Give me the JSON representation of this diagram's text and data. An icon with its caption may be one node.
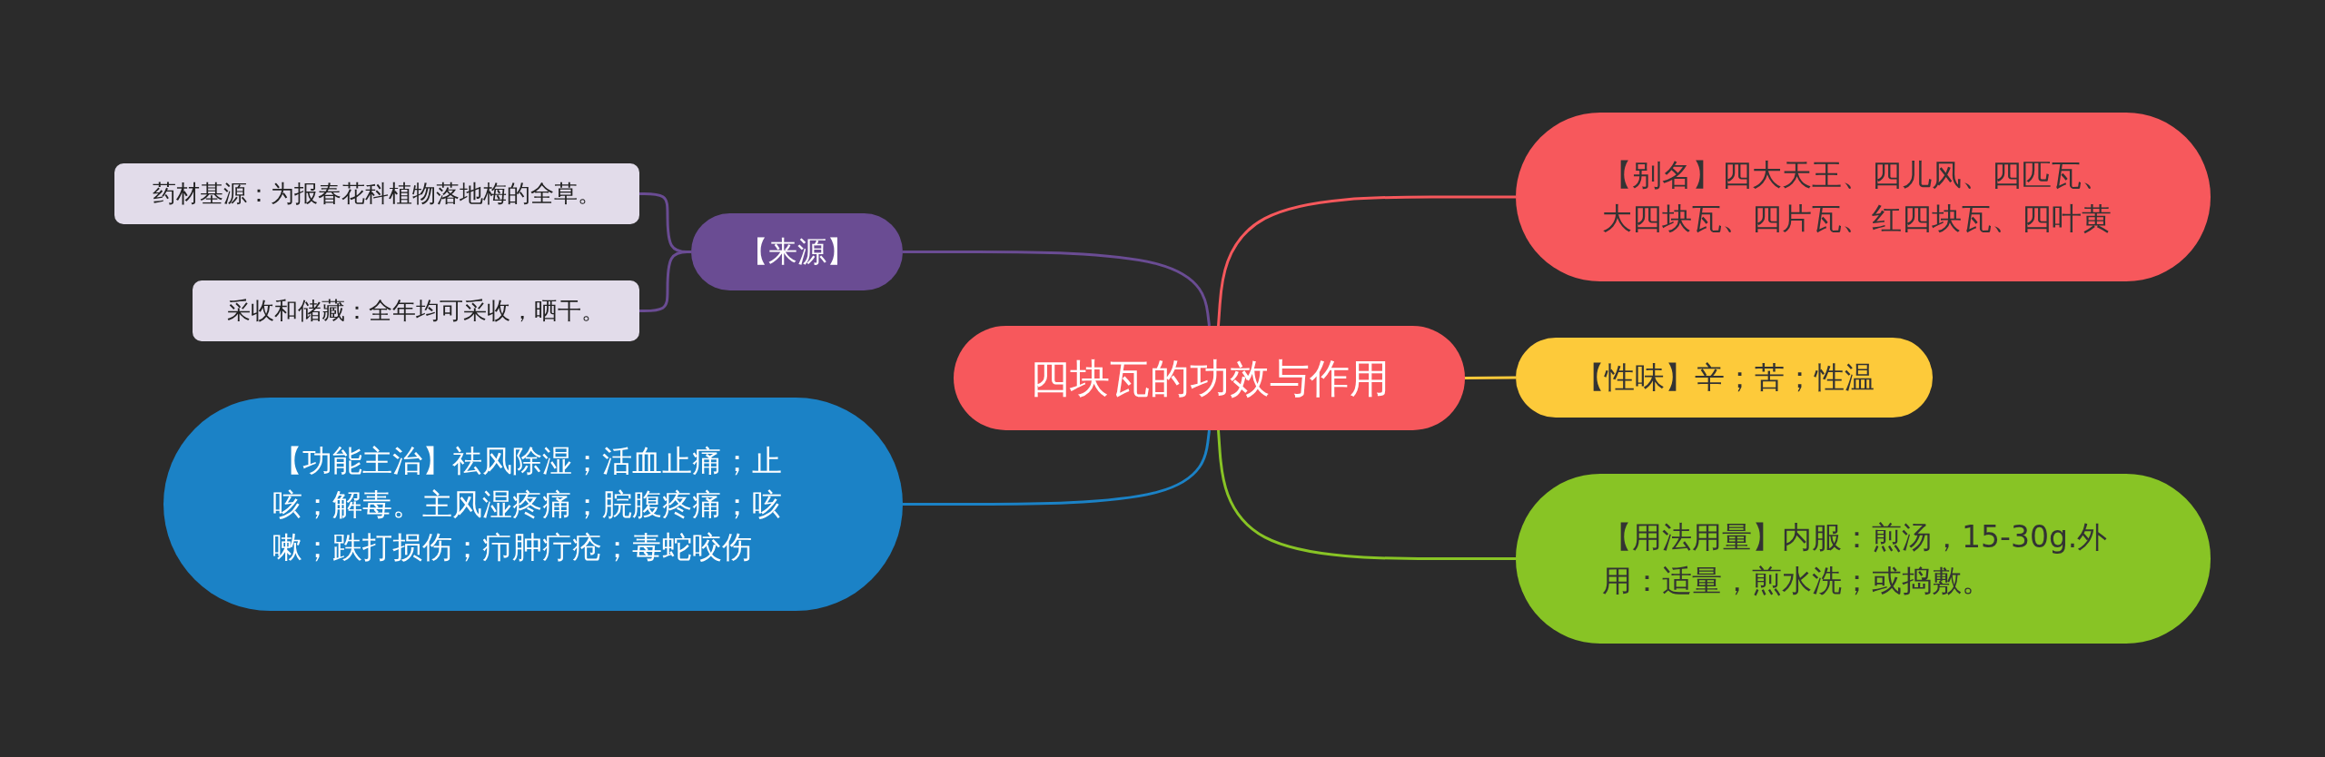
{
  "diagram": {
    "nodes": [
      {
        "text": [
          "四块瓦的功效与作用"
        ]
      },
      {
        "text": [
          "【来源】"
        ]
      },
      {
        "text": [
          "药材基源：为报春花科植物落地梅的全草。"
        ]
      },
      {
        "text": [
          "采收和储藏：全年均可采收，晒干。"
        ]
      },
      {
        "text": [
          "【功能主治】祛风除湿；活血止痛；止咳；解毒。主风湿疼痛；脘腹疼痛；咳嗽；跌打损伤；疖肿疔疮；毒蛇咬伤"
        ]
      },
      {
        "text": [
          "【别名】四大天王、四儿风、四匹瓦、大四块瓦、四片瓦、红四块瓦、四叶黄"
        ]
      },
      {
        "text": [
          "【性味】辛；苦；性温"
        ]
      },
      {
        "text": [
          "【用法用量】内服：煎汤，15-30g.外用：适量，煎水洗；或捣敷。"
        ]
      }
    ],
    "edges": [
      {
        "from": 0,
        "to": 1,
        "arrow": "none",
        "color": "#6a4c93"
      },
      {
        "from": 1,
        "to": 2,
        "arrow": "none",
        "color": "#6a4c93"
      },
      {
        "from": 1,
        "to": 3,
        "arrow": "none",
        "color": "#6a4c93"
      },
      {
        "from": 0,
        "to": 4,
        "arrow": "none",
        "color": "#1b82c6"
      },
      {
        "from": 0,
        "to": 5,
        "arrow": "none",
        "color": "#f7585c"
      },
      {
        "from": 0,
        "to": 6,
        "arrow": "none",
        "color": "#fdca3a"
      },
      {
        "from": 0,
        "to": 7,
        "arrow": "none",
        "color": "#88c425"
      }
    ]
  }
}
